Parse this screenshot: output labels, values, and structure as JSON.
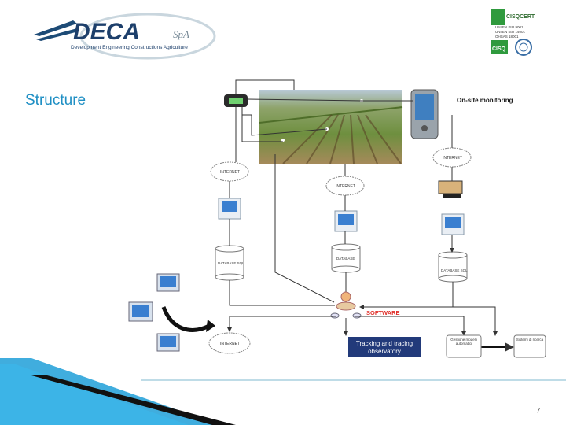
{
  "slide": {
    "title": "Structure",
    "page_number": "7"
  },
  "logo": {
    "brand": "DECA",
    "tagline": "Development Engineering Constructions Agriculture",
    "suffix": "SpA"
  },
  "certification": {
    "brand": "CISQCERT",
    "lines": [
      "UNI EN ISO 9001",
      "UNI EN ISO 14001",
      "OHSAS 18001"
    ],
    "badge": "CISQ"
  },
  "diagram": {
    "on_site_label": "On-site monitoring",
    "internet_labels": [
      "INTERNET",
      "INTERNET",
      "INTERNET",
      "INTERNET"
    ],
    "database_labels": [
      "DATABASE SQL",
      "DATABASE",
      "DATABASE SQL"
    ],
    "software_label": "SOFTWARE",
    "observatory_line1": "Tracking and tracing",
    "observatory_line2": "observatory",
    "box1_label": "Gestione modelli automatici",
    "box2_label": "Sistemi di ricerca"
  },
  "colors": {
    "title": "#1f8fc4",
    "software": "#e0302a",
    "observatory_bg": "#223a7a",
    "footer_accent": "#1f9fd8"
  },
  "icons": [
    "gps-device-icon",
    "pda-icon",
    "computer-icon",
    "laptop-icon",
    "telephone-icon",
    "user-icon"
  ]
}
